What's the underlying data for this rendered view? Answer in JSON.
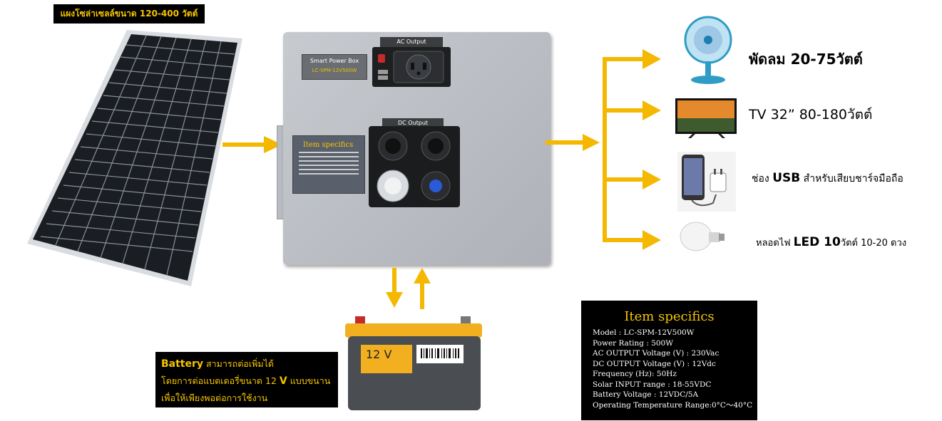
{
  "solar_label": "แผงโซล่าเซลล์ขนาด 120-400 วัตต์",
  "box": {
    "name_plate": "Smart Power Box",
    "model_plate": "LC-SPM-12V500W",
    "ac_output": "AC Output",
    "dc_output": "DC Output",
    "plate_title": "Item specifics"
  },
  "loads": {
    "fan": "พัดลม 20-75วัตต์",
    "tv": "TV 32” 80-180วัตต์",
    "usb_prefix": "ช่อง ",
    "usb_bold": "USB",
    "usb_suffix": " สำหรับเสียบชาร์จมือถือ",
    "led_prefix": "หลอดไฟ ",
    "led_bold": "LED 10",
    "led_suffix": "วัตต์ 10-20 ดวง"
  },
  "battery": {
    "face_label": "12 V",
    "note_bold": "Battery",
    "note_line1_rest": " สามารถต่อเพิ่มได้",
    "note_line2_pre": "โดยการต่อแบตเตอรี่ขนาด 12 ",
    "note_line2_bold": "V",
    "note_line2_post": " แบบขนาน",
    "note_line3": "เพื่อให้เพียงพอต่อการใช้งาน"
  },
  "specs": {
    "title": "Item specifics",
    "rows": [
      "Model : LC-SPM-12V500W",
      "Power Rating : 500W",
      "AC OUTPUT Voltage (V) : 230Vac",
      "DC OUTPUT Voltage (V) : 12Vdc",
      "Frequency (Hz): 50Hz",
      "Solar INPUT range : 18-55VDC",
      "Battery Voltage : 12VDC/5A",
      "Operating Temperature  Range:0°C～40°C"
    ]
  },
  "colors": {
    "arrow": "#f5b800",
    "label_bg": "#000000",
    "label_text": "#f5c400"
  }
}
